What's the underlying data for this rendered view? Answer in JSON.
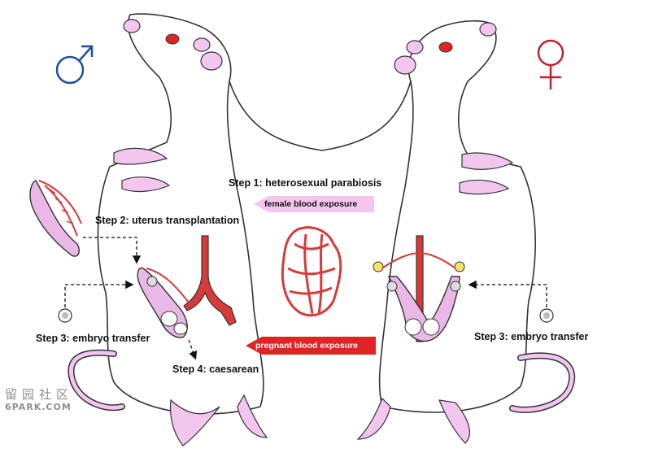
{
  "labels": {
    "step1": "Step 1: heterosexual parabiosis",
    "female_blood": "female blood exposure",
    "step2": "Step 2: uterus transplantation",
    "step3_left": "Step 3: embryo transfer",
    "step3_right": "Step 3: embryo transfer",
    "step4": "Step 4: caesarean",
    "pregnant_blood": "pregnant blood exposure"
  },
  "symbols": {
    "male": "♂",
    "female": "♀"
  },
  "watermark": {
    "chinese": "留园社区",
    "site": "6PARK.COM"
  },
  "colors": {
    "male_symbol": "#1f4fa0",
    "female_symbol": "#c0212b",
    "vessel_red": "#d83a3a",
    "uterus_pink": "#e9b8e6",
    "rat_pink": "#f2c6ef",
    "female_arrow": "#f4c6ee",
    "pregnant_arrow": "#e02424"
  }
}
